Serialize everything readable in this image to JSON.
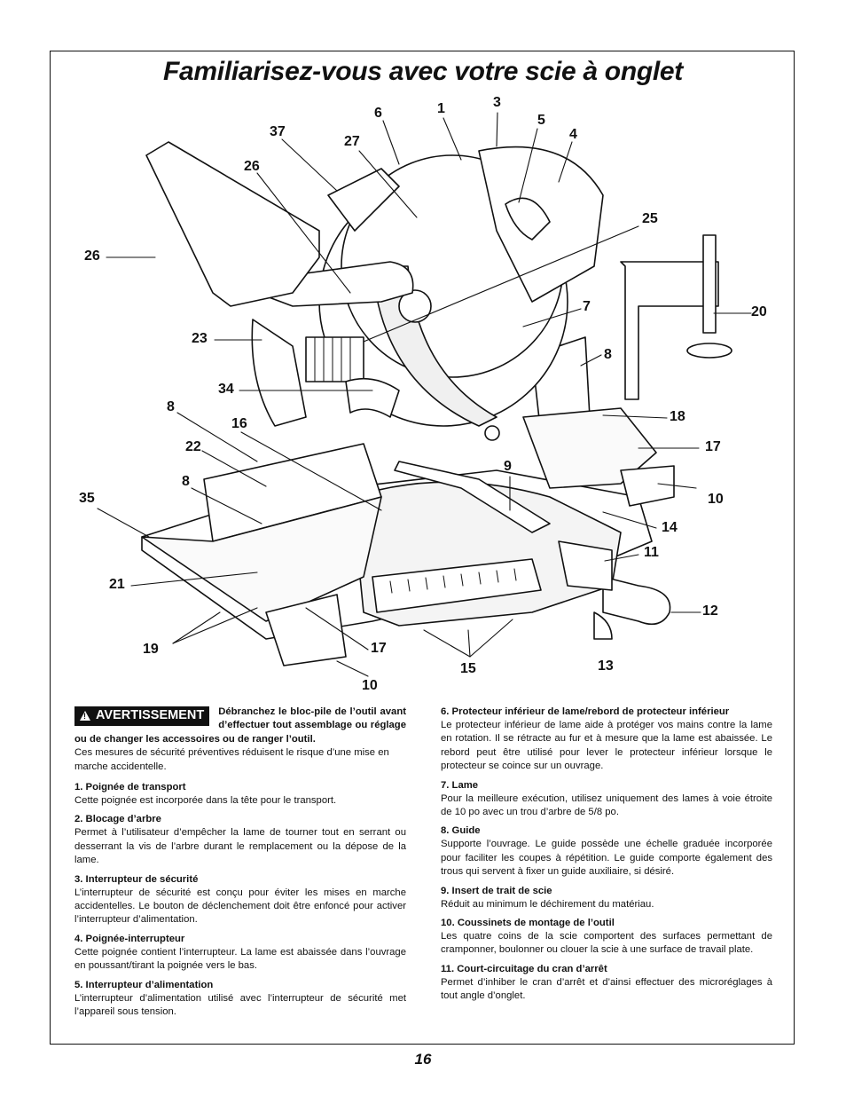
{
  "title": "Familiarisez-vous avec votre scie à onglet",
  "callouts": [
    "1",
    "3",
    "6",
    "5",
    "4",
    "37",
    "27",
    "26",
    "25",
    "26",
    "20",
    "7",
    "23",
    "8",
    "34",
    "8",
    "18",
    "16",
    "17",
    "22",
    "9",
    "8",
    "10",
    "35",
    "14",
    "11",
    "21",
    "12",
    "19",
    "17",
    "15",
    "13",
    "10"
  ],
  "warning": {
    "badge": "AVERTISSEMENT",
    "bold_text": "Débranchez le bloc-pile de l’outil avant d’effectuer tout assemblage ou réglage ou de changer les accessoires ou de ranger l’outil.",
    "body": "Ces mesures de sécurité préventives réduisent le risque d’une mise en marche accidentelle."
  },
  "left_items": [
    {
      "heading": "1.  Poignée de transport",
      "text": "Cette poignée est incorporée dans la tête pour le transport."
    },
    {
      "heading": "2.  Blocage d’arbre",
      "text": "Permet à l’utilisateur d’empêcher la lame de tourner tout en serrant ou desserrant la vis de l’arbre durant le remplacement ou la dépose de la lame."
    },
    {
      "heading": "3. Interrupteur de sécurité",
      "text": "L’interrupteur de sécurité est conçu pour éviter les mises en marche accidentelles. Le bouton de déclenchement doit être enfoncé pour activer l’interrupteur d’alimentation."
    },
    {
      "heading": "4.  Poignée-interrupteur",
      "text": "Cette poignée contient l’interrupteur. La lame est abaissée dans l’ouvrage en poussant/tirant la poignée vers le bas."
    },
    {
      "heading": "5. Interrupteur d’alimentation",
      "text": "L’interrupteur d’alimentation utilisé avec l’interrupteur de sécurité met l’appareil sous tension."
    }
  ],
  "right_items": [
    {
      "heading": "6.  Protecteur inférieur de lame/rebord de protecteur inférieur",
      "text": "Le protecteur inférieur de lame aide à protéger vos mains contre la lame en rotation. Il se rétracte au fur et à mesure que la lame est abaissée. Le rebord peut être utilisé pour lever le protecteur inférieur lorsque le protecteur se coince sur un ouvrage."
    },
    {
      "heading": "7.  Lame",
      "text": "Pour la meilleure exécution, utilisez uniquement des lames à voie étroite de 10 po avec un trou d’arbre de 5/8 po."
    },
    {
      "heading": "8.  Guide",
      "text": "Supporte l’ouvrage. Le guide possède une échelle graduée incorporée pour faciliter les coupes à répétition. Le guide comporte également des trous qui servent à fixer un guide auxiliaire, si désiré."
    },
    {
      "heading": "9.  Insert de trait de scie",
      "text": "Réduit au minimum le déchirement du matériau."
    },
    {
      "heading": "10.  Coussinets de montage de l’outil",
      "text": "Les quatre coins de la scie comportent des surfaces permettant de cramponner, boulonner ou clouer la scie à une surface de travail plate."
    },
    {
      "heading": "11.  Court-circuitage du cran d’arrêt",
      "text": "Permet d’inhiber le cran d’arrêt et d’ainsi effectuer des microréglages à tout angle d’onglet."
    }
  ],
  "page_number": "16"
}
